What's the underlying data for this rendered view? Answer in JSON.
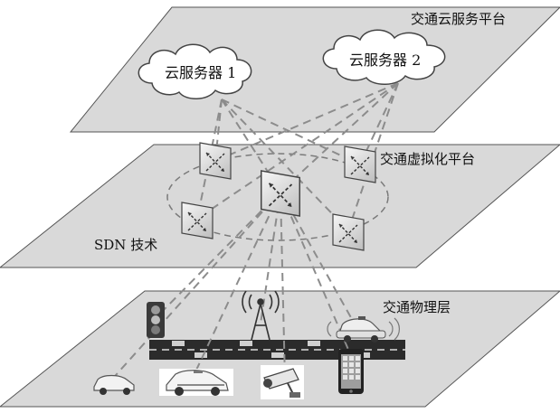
{
  "layers": {
    "cloud": {
      "title": "交通云服务平台",
      "servers": [
        "云服务器 1",
        "云服务器 2"
      ]
    },
    "virtual": {
      "title": "交通虚拟化平台",
      "tech_label": "SDN 技术"
    },
    "physical": {
      "title": "交通物理层"
    }
  },
  "icons": {
    "switch": "sdn-switch-icon",
    "traffic_light": "traffic-light-icon",
    "tower": "signal-tower-icon",
    "autonomous_car": "autonomous-car-icon",
    "car": "car-icon",
    "police_car": "police-car-icon",
    "camera": "cctv-camera-icon",
    "phone": "smartphone-icon"
  },
  "colors": {
    "plane_fill": "#d9d9d9",
    "plane_stroke": "#555555",
    "dash_line": "#8c8c8c",
    "switch_fill": "#e8e8e8",
    "road": "#2b2b2b"
  }
}
